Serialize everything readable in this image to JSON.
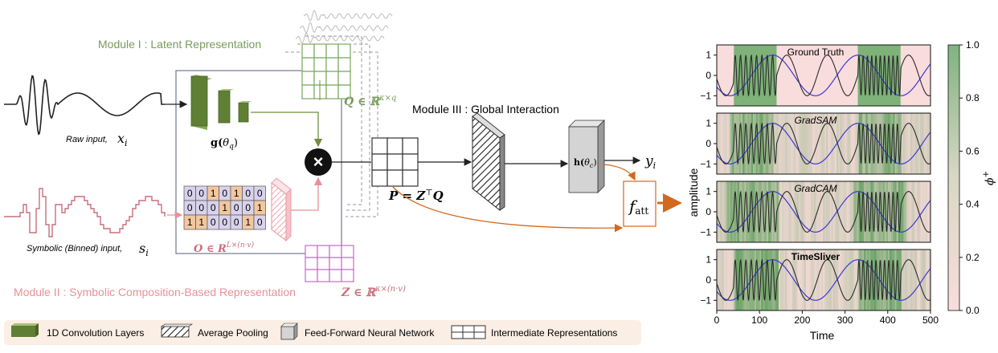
{
  "module1": {
    "title": "Module I : Latent Representation",
    "color": "#7a9a5c"
  },
  "module2": {
    "title": "Module II : Symbolic Composition-Based Representation",
    "color": "#e8909a"
  },
  "module3": {
    "title": "Module III : Global Interaction",
    "color": "#111111"
  },
  "raw_input": {
    "label": "Raw input,",
    "symbol": "x",
    "sub": "i"
  },
  "symbolic_input": {
    "label": "Symbolic (Binned) input,",
    "symbol": "s",
    "sub": "i"
  },
  "g_label": {
    "main": "g(",
    "theta": "θ",
    "sub": "q",
    "close": ")"
  },
  "h_label": {
    "main": "h(",
    "theta": "θ",
    "sub": "c",
    "close": ")"
  },
  "q_label": "Q ∈ ℝ",
  "q_sup": "κ×q",
  "z_label": "Z ∈ ℝ",
  "z_sup": "κ×(n·v)",
  "o_label": "O ∈ R",
  "o_sup": "L×(n·v)",
  "p_label": "P = Z",
  "p_sup": "⊤",
  "p_tail": "Q",
  "y_label": "y",
  "y_sub": "i",
  "f_label": "f",
  "f_sub": "att",
  "multiply": "×",
  "binary_rows": [
    [
      "0",
      "0",
      "1",
      "0",
      "1",
      "0",
      "0"
    ],
    [
      "0",
      "0",
      "0",
      "1",
      "0",
      "0",
      "1"
    ],
    [
      "1",
      "1",
      "0",
      "0",
      "0",
      "1",
      "0"
    ]
  ],
  "legend": [
    {
      "icon": "conv-icon",
      "label": "1D Convolution Layers"
    },
    {
      "icon": "avgpool-icon",
      "label": "Average Pooling"
    },
    {
      "icon": "ffnn-icon",
      "label": "Feed-Forward Neural Network"
    },
    {
      "icon": "grid-icon",
      "label": "Intermediate Representations"
    }
  ],
  "colors": {
    "conv": "#6f8f3f",
    "binary_one": "#f2c79e",
    "binary_zero": "#d9d2ec",
    "orange": "#d2691e",
    "legend_bg": "#fbeee4",
    "line_black": "#2b2b2b",
    "line_blue": "#3a3ad6",
    "green_high": "#3f8f3f",
    "pink_low": "#f9dcdc"
  },
  "chart_data": {
    "type": "line",
    "panels": [
      {
        "title": "Ground Truth",
        "style": "normal",
        "highlight": [
          [
            40,
            140
          ],
          [
            330,
            430
          ]
        ]
      },
      {
        "title": "GradSAM",
        "style": "italic",
        "highlight": [
          [
            30,
            130
          ],
          [
            330,
            430
          ]
        ]
      },
      {
        "title": "GradCAM",
        "style": "italic",
        "highlight": [
          [
            20,
            140
          ],
          [
            320,
            440
          ]
        ]
      },
      {
        "title": "TimeSliver",
        "style": "bold",
        "highlight": [
          [
            40,
            140
          ],
          [
            330,
            430
          ]
        ]
      }
    ],
    "xlabel": "Time",
    "ylabel": "amplitude",
    "xlim": [
      0,
      500
    ],
    "ylim": [
      -1.5,
      1.5
    ],
    "xticks": [
      "0",
      "100",
      "200",
      "300",
      "400",
      "500"
    ],
    "yticks": [
      "1",
      "0",
      "−1"
    ],
    "colorbar": {
      "label": "ϕ",
      "label_sup": "+",
      "ticks": [
        "1.0",
        "0.8",
        "0.6",
        "0.4",
        "0.2",
        "0.0"
      ],
      "range": [
        0,
        1
      ]
    }
  }
}
